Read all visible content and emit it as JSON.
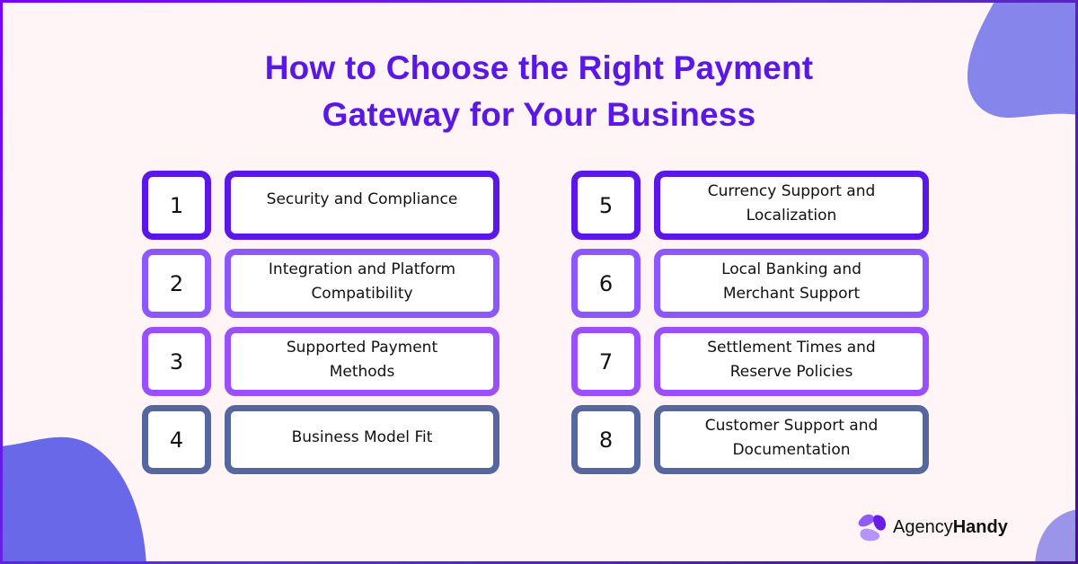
{
  "title": {
    "line1": "How to Choose the Right Payment",
    "line2": "Gateway for Your Business"
  },
  "colors": {
    "background": "#fff5f6",
    "title": "#5a17e6",
    "row1_border": "#5b17e8",
    "row2_border": "#8c57fb",
    "row3_border": "#9a4ffb",
    "row4_border": "#56679e",
    "blob_top_right": "#8585ec",
    "blob_bottom_left": "#6868e8",
    "blob_bottom_right": "#9b95ea"
  },
  "items": [
    {
      "number": "1",
      "label": "Security and Compliance"
    },
    {
      "number": "2",
      "label": "Integration and Platform Compatibility"
    },
    {
      "number": "3",
      "label": "Supported Payment Methods"
    },
    {
      "number": "4",
      "label": "Business Model Fit"
    },
    {
      "number": "5",
      "label": "Currency Support and Localization"
    },
    {
      "number": "6",
      "label": "Local Banking and Merchant Support"
    },
    {
      "number": "7",
      "label": "Settlement Times and Reserve Policies"
    },
    {
      "number": "8",
      "label": "Customer Support and Documentation"
    }
  ],
  "logo": {
    "icon": "agencyhandy-logo-icon",
    "text_regular": "Agency",
    "text_bold": "Handy"
  }
}
